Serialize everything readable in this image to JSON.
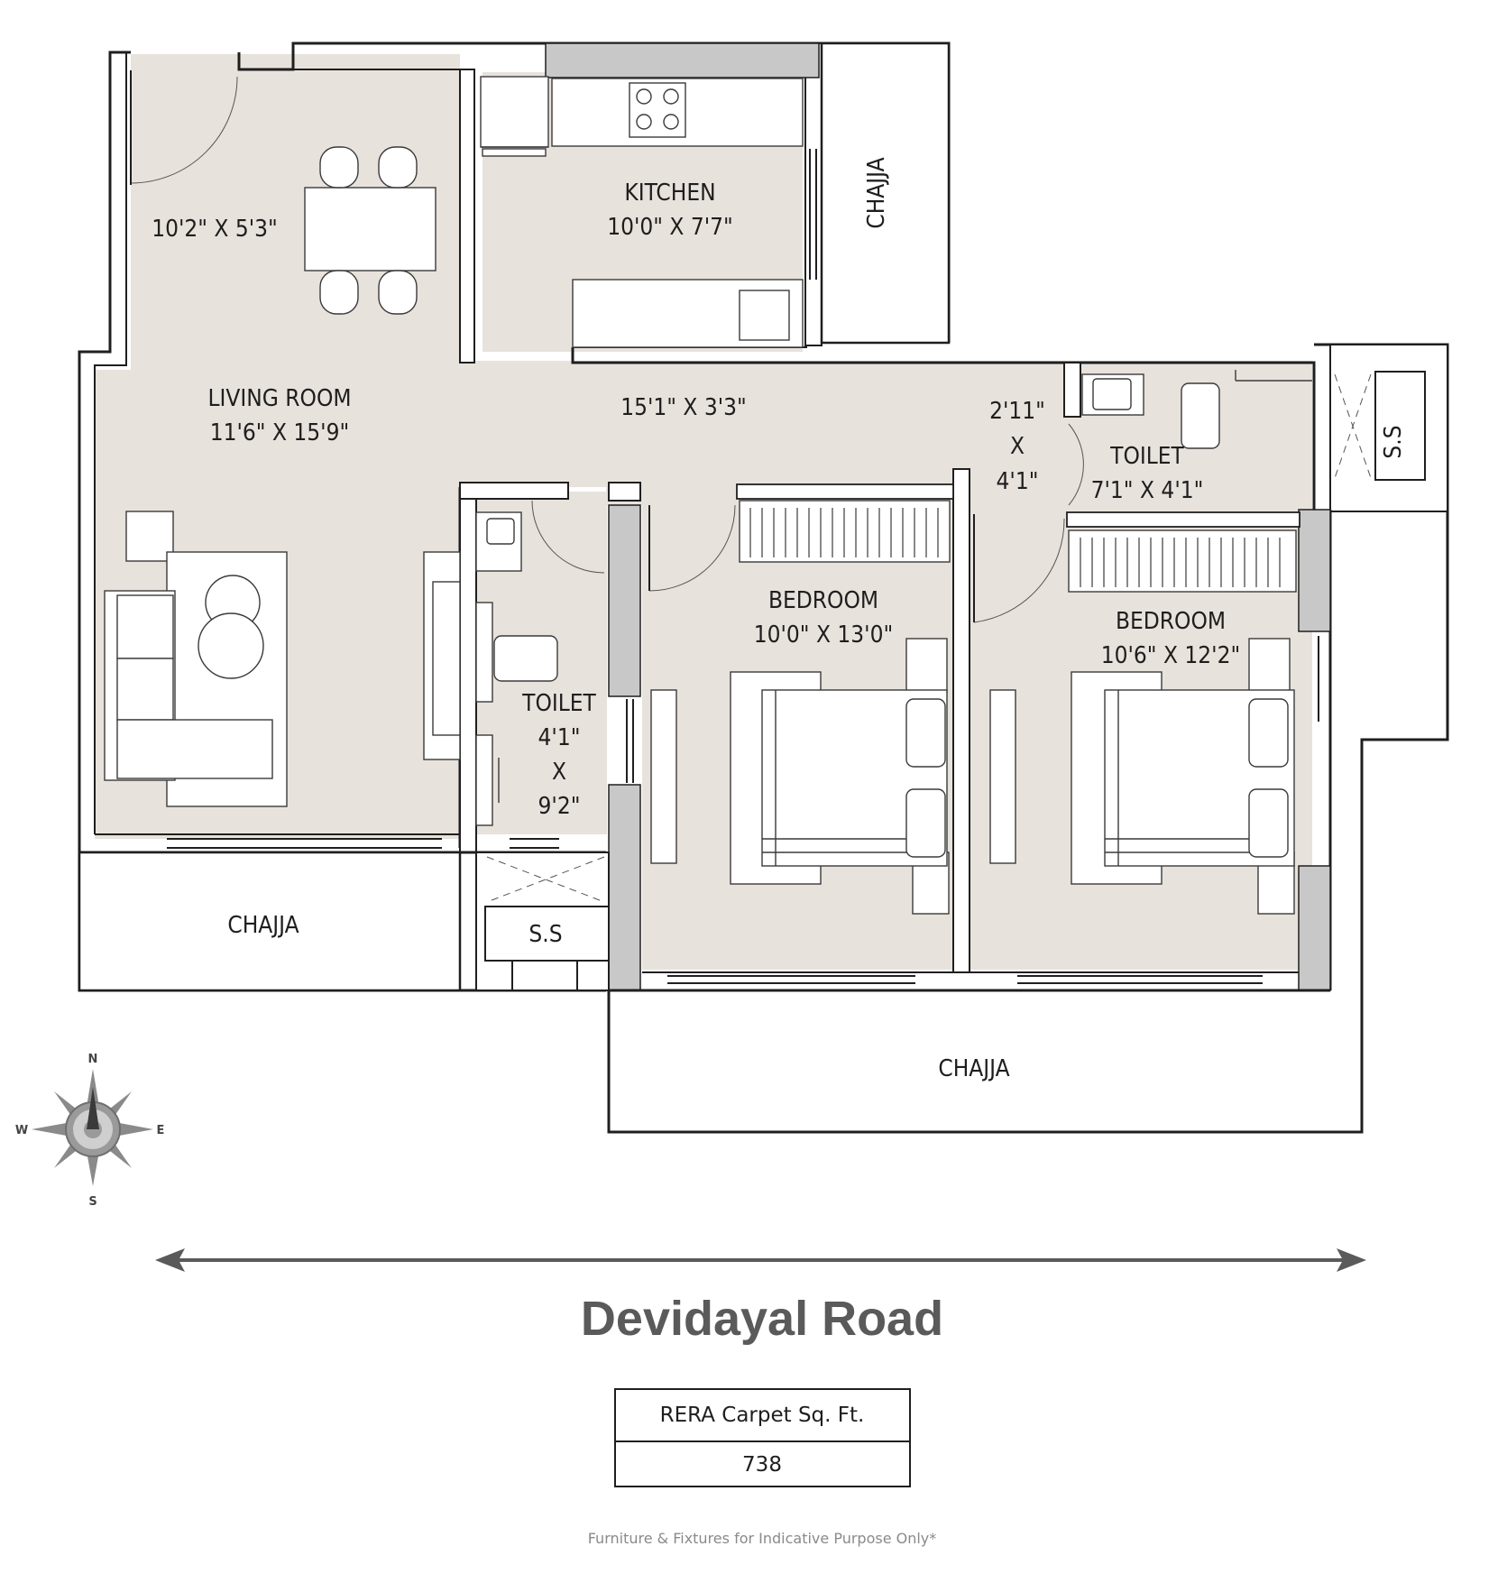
{
  "rooms": {
    "dining_dim": "10'2\" X 5'3\"",
    "kitchen_name": "KITCHEN",
    "kitchen_dim": "10'0\" X 7'7\"",
    "chajja_label": "CHAJJA",
    "living_name": "LIVING ROOM",
    "living_dim": "11'6\" X 15'9\"",
    "passage_dim": "15'1\" X 3'3\"",
    "small_dim_1": "2'11\"",
    "small_dim_x": "X",
    "small_dim_2": "4'1\"",
    "toilet_name": "TOILET",
    "toilet2_dim": "7'1\" X 4'1\"",
    "ss_label": "S.S",
    "bedroom_name": "BEDROOM",
    "bedroom1_dim": "10'0\" X 13'0\"",
    "bedroom2_dim": "10'6\" X 12'2\"",
    "toilet1_dim_1": "4'1\"",
    "toilet1_dim_x": "X",
    "toilet1_dim_2": "9'2\""
  },
  "compass": {
    "n": "N",
    "s": "S",
    "e": "E",
    "w": "W"
  },
  "road": {
    "name": "Devidayal Road"
  },
  "area_table": {
    "header": "RERA Carpet Sq. Ft.",
    "value": "738"
  },
  "footer_note": "Furniture & Fixtures for Indicative Purpose Only*",
  "colors": {
    "floor": "#e8e2dc",
    "wall": "#1f1f1f",
    "column": "#c8c8c8",
    "text": "#1e1e1e",
    "road_text": "#5a5a5a"
  }
}
